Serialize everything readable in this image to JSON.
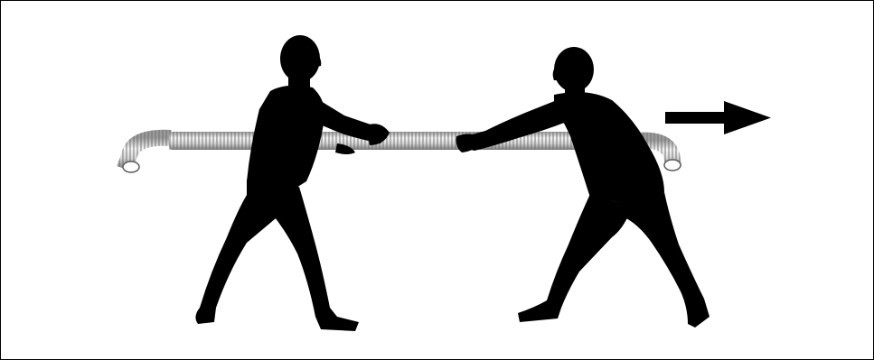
{
  "scene": {
    "description_visible_text": [],
    "figures": [
      {
        "id": "left-figure",
        "role": "holding"
      },
      {
        "id": "right-figure",
        "role": "pulling"
      }
    ],
    "object": {
      "name": "flexible-coiled-hose",
      "icon": "coiled-spring"
    },
    "arrow": {
      "icon": "right-arrow",
      "direction": "right"
    },
    "colors": {
      "background": "#ffffff",
      "border": "#000000",
      "silhouette": "#000000",
      "hose_light": "#f2f2f2",
      "hose_mid": "#bdbdbd",
      "hose_dark": "#6e6e6e"
    }
  }
}
